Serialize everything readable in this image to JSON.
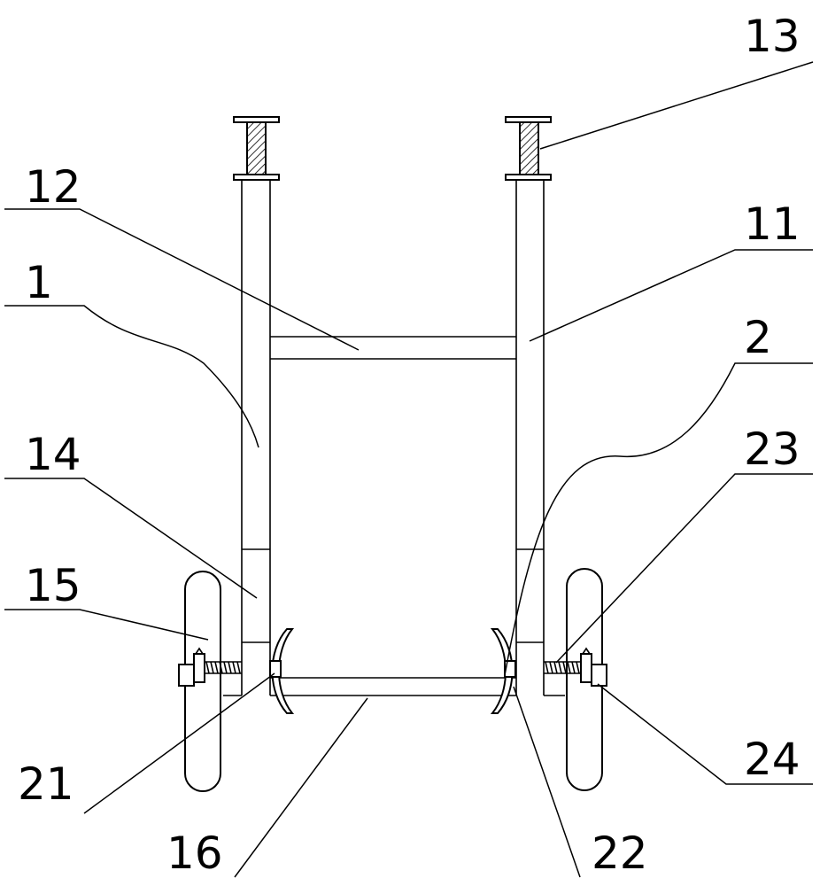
{
  "labels": {
    "l1": "1",
    "l2": "2",
    "l11": "11",
    "l12": "12",
    "l13": "13",
    "l14": "14",
    "l15": "15",
    "l16": "16",
    "l21": "21",
    "l22": "22",
    "l23": "23",
    "l24": "24"
  },
  "colors": {
    "line": "#000000",
    "background": "#ffffff"
  }
}
